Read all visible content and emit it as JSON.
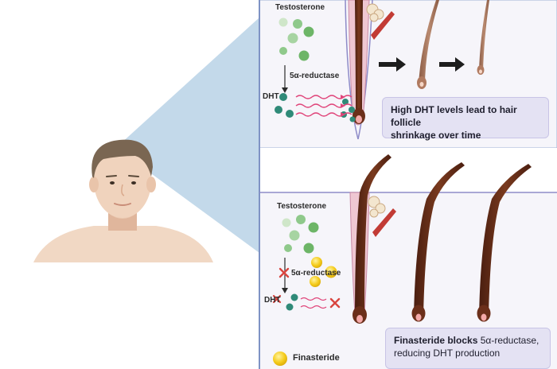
{
  "top_panel": {
    "testosterone_label": "Testosterone",
    "enzyme_label": "5α-reductase",
    "dht_label": "DHT",
    "callout_line1": "High DHT levels lead to hair follicle",
    "callout_line2": "shrinkage over time"
  },
  "bottom_panel": {
    "testosterone_label": "Testosterone",
    "enzyme_label": "5α-reductase",
    "dht_label": "DHT",
    "callout_bold": "Finasteride blocks",
    "callout_rest": " 5α-reductase,",
    "callout_line2": "reducing DHT production",
    "legend_label": "Finasteride"
  },
  "colors": {
    "testosterone": "#8fc98b",
    "dht": "#2f8a78",
    "finasteride": "#f2c514",
    "dht_waves": "#e0457a",
    "block_x": "#d9453f",
    "hair": "#6b2f1a",
    "callout_bg": "#e4e2f3",
    "panel_bg": "#f6f5fa",
    "beam": "#b9d2e6"
  }
}
